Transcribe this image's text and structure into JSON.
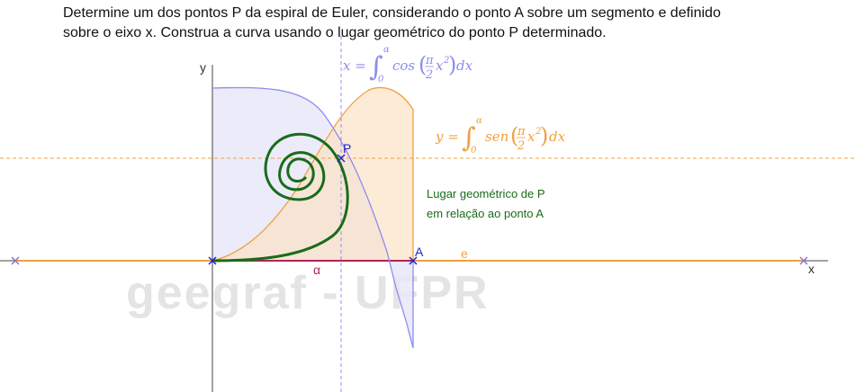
{
  "problem": {
    "line1": "Determine um dos pontos P da espiral de Euler, considerando o ponto A sobre um segmento e definido",
    "line2": "sobre o eixo x. Construa a curva usando o lugar geométrico do ponto P determinado."
  },
  "axes": {
    "x_label": "x",
    "y_label": "y"
  },
  "formulas": {
    "x": {
      "lhs": "x =",
      "upper": "α",
      "lower": "0",
      "func": "cos",
      "pi": "π",
      "two": "2",
      "sq": "x",
      "sup": "2",
      "dx": "dx"
    },
    "y": {
      "lhs": "y =",
      "upper": "α",
      "lower": "0",
      "func": "sen",
      "pi": "π",
      "two": "2",
      "sq": "x",
      "sup": "2",
      "dx": "dx"
    }
  },
  "points": {
    "P": "P",
    "A": "A"
  },
  "labels": {
    "segment_alpha": "α",
    "line_e": "e",
    "locus_line1": "Lugar geométrico de P",
    "locus_line2": "em relação ao ponto A",
    "watermark": "geegraf - UFPR"
  },
  "colors": {
    "cos_curve": "#8c8cf0",
    "cos_fill": "#e8e8f8",
    "sin_curve": "#f0a040",
    "sin_fill": "#fbe3c6",
    "spiral": "#1a6b1a",
    "axis_line": "#f0a040",
    "segment": "#b0245a",
    "point": "#2222cc",
    "helper_v": "#9090f0",
    "helper_h": "#f0a040",
    "watermark": "#e4e4e4"
  }
}
